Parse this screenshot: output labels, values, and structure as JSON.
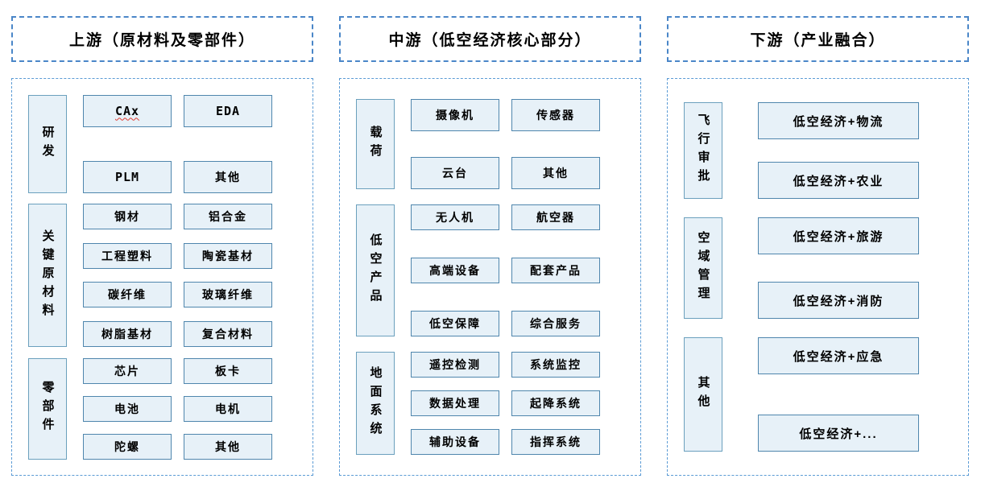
{
  "diagram": {
    "title_semantics": "低空经济产业链",
    "colors": {
      "box_fill": "#e7f1f8",
      "item_border": "#4f86ad",
      "label_border": "#6ba0bd",
      "header_border": "#4a86c8",
      "container_border": "#5b9bd5",
      "text": "#000000",
      "spellcheck_underline": "#e03a2f",
      "background": "#ffffff"
    },
    "columns": [
      {
        "title": "上游（原材料及零部件）",
        "sections": [
          {
            "label": "研发",
            "items": [
              "CAx",
              "EDA",
              "PLM",
              "其他"
            ]
          },
          {
            "label": "关键原材料",
            "items": [
              "钢材",
              "铝合金",
              "工程塑料",
              "陶瓷基材",
              "碳纤维",
              "玻璃纤维",
              "树脂基材",
              "复合材料"
            ]
          },
          {
            "label": "零部件",
            "items": [
              "芯片",
              "板卡",
              "电池",
              "电机",
              "陀螺",
              "其他"
            ]
          }
        ]
      },
      {
        "title": "中游（低空经济核心部分）",
        "sections": [
          {
            "label": "载荷",
            "items": [
              "摄像机",
              "传感器",
              "云台",
              "其他"
            ]
          },
          {
            "label": "低空产品",
            "items": [
              "无人机",
              "航空器",
              "高端设备",
              "配套产品",
              "低空保障",
              "综合服务"
            ]
          },
          {
            "label": "地面系统",
            "items": [
              "遥控检测",
              "系统监控",
              "数据处理",
              "起降系统",
              "辅助设备",
              "指挥系统"
            ]
          }
        ]
      },
      {
        "title": "下游（产业融合）",
        "sections": [
          {
            "label": "飞行审批",
            "items": [
              "低空经济+物流",
              "低空经济+农业"
            ]
          },
          {
            "label": "空域管理",
            "items": [
              "低空经济+旅游",
              "低空经济+消防"
            ]
          },
          {
            "label": "其他",
            "items": [
              "低空经济+应急",
              "低空经济+..."
            ]
          }
        ]
      }
    ]
  }
}
